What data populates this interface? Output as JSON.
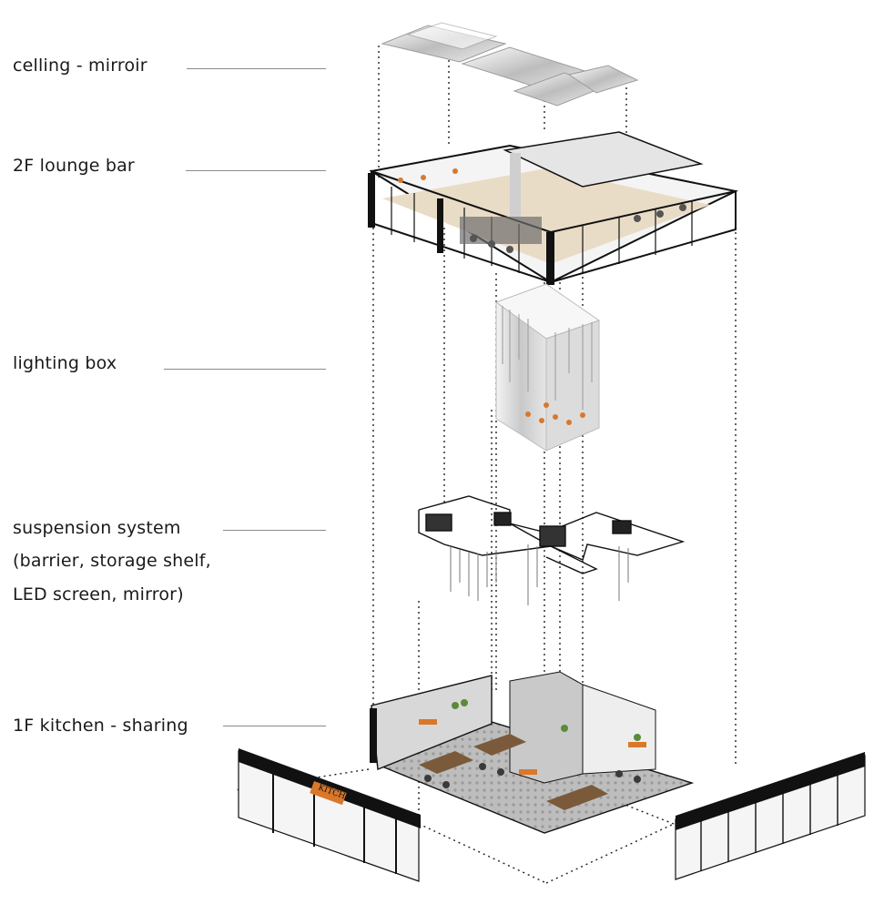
{
  "labels": {
    "ceiling": "celling - mirroir",
    "lounge": "2F  lounge bar",
    "lighting": "lighting box",
    "suspension_1": "suspension system",
    "suspension_2": "(barrier, storage shelf,",
    "suspension_3": " LED screen, mirror)",
    "kitchen": "1F  kitchen - sharing"
  },
  "signage": {
    "kitchen_sign": "KITCHEN"
  },
  "colors": {
    "accent": "#d9782b",
    "floor_wood": "#e9dcc6",
    "structure": "#111111",
    "line": "#8a8a8a"
  }
}
